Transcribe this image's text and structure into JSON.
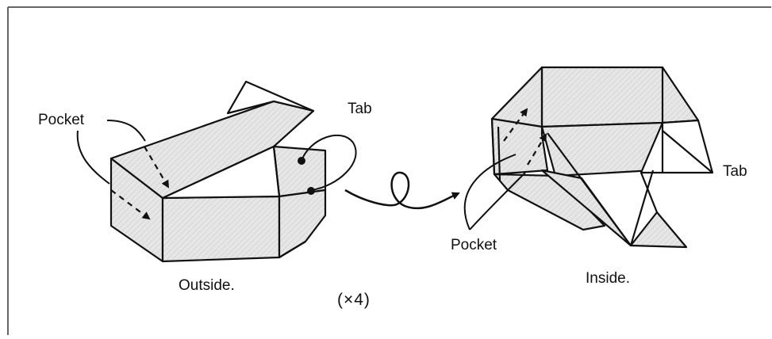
{
  "figure": {
    "left": {
      "pocket_label": "Pocket",
      "tab_label": "Tab",
      "caption": "Outside."
    },
    "right": {
      "pocket_label": "Pocket",
      "tab_label": "Tab",
      "caption": "Inside."
    },
    "count_note": "(×4)"
  },
  "colors": {
    "line": "#111111",
    "shading": "#e9e9e9",
    "background": "#ffffff"
  }
}
